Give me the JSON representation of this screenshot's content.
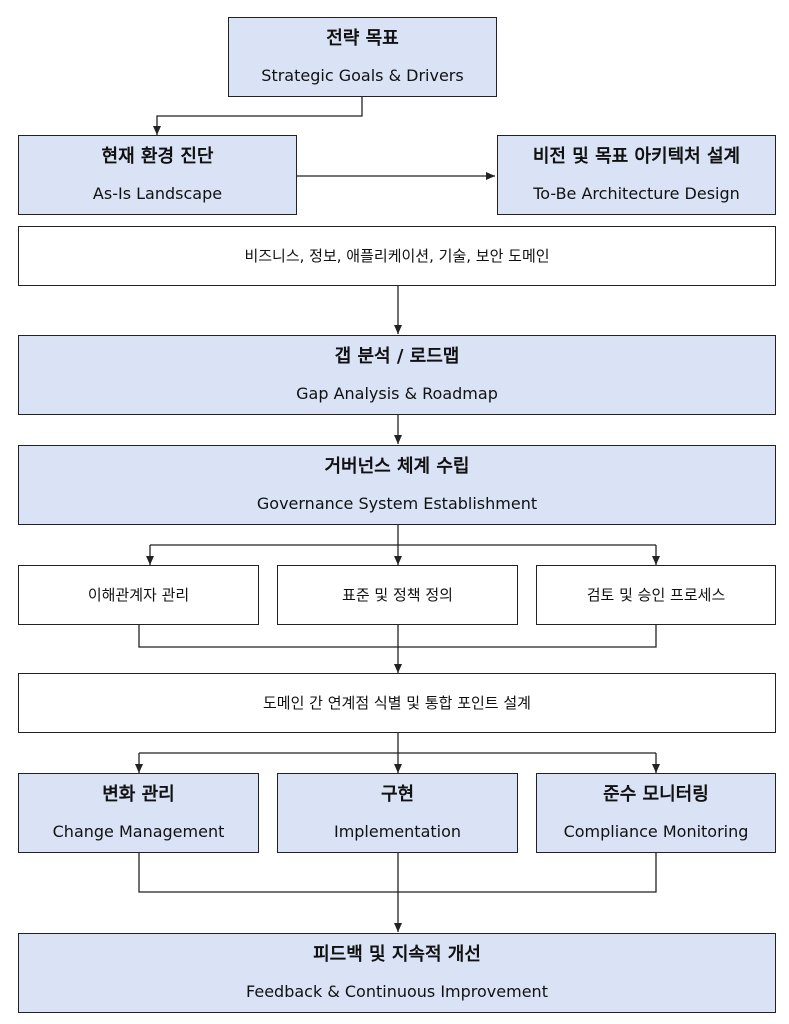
{
  "strategy": {
    "ko": "전략 목표",
    "en": "Strategic Goals & Drivers"
  },
  "asis": {
    "ko": "현재 환경 진단",
    "en": "As-Is Landscape"
  },
  "tobe": {
    "ko": "비전 및 목표 아키텍처 설계",
    "en": "To-Be Architecture Design"
  },
  "domains": {
    "text": "비즈니스, 정보, 애플리케이션, 기술, 보안 도메인"
  },
  "gap": {
    "ko": "갭 분석 / 로드맵",
    "en": "Gap Analysis & Roadmap"
  },
  "governance": {
    "ko": "거버넌스 체계 수립",
    "en": "Governance System Establishment"
  },
  "gov_items": [
    "이해관계자 관리",
    "표준 및 정책 정의",
    "검토 및 승인 프로세스"
  ],
  "integration": {
    "text": "도메인 간 연계점 식별 및 통합 포인트 설계"
  },
  "execution": [
    {
      "ko": "변화 관리",
      "en": "Change Management"
    },
    {
      "ko": "구현",
      "en": "Implementation"
    },
    {
      "ko": "준수 모니터링",
      "en": "Compliance Monitoring"
    }
  ],
  "feedback": {
    "ko": "피드백 및 지속적 개선",
    "en": "Feedback & Continuous Improvement"
  },
  "colors": {
    "box_fill": "#dae3f5",
    "plain_fill": "#ffffff",
    "stroke": "#222222"
  }
}
